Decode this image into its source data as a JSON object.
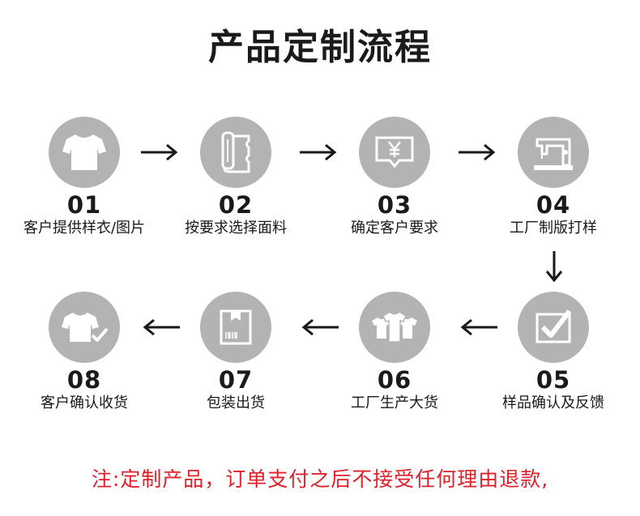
{
  "title": "产品定制流程",
  "steps": [
    {
      "num": "01",
      "label": "客户提供样衣/图片",
      "icon": "tshirt-icon"
    },
    {
      "num": "02",
      "label": "按要求选择面料",
      "icon": "fabric-roll-icon"
    },
    {
      "num": "03",
      "label": "确定客户要求",
      "icon": "yen-message-icon"
    },
    {
      "num": "04",
      "label": "工厂制版打样",
      "icon": "sewing-machine-icon"
    },
    {
      "num": "05",
      "label": "样品确认及反馈",
      "icon": "checkbox-icon"
    },
    {
      "num": "06",
      "label": "工厂生产大货",
      "icon": "shirts-stack-icon"
    },
    {
      "num": "07",
      "label": "包装出货",
      "icon": "package-box-icon"
    },
    {
      "num": "08",
      "label": "客户确认收货",
      "icon": "tshirt-check-icon"
    }
  ],
  "note": "注:定制产品，订单支付之后不接受任何理由退款,",
  "colors": {
    "circle": "#b3b3b3",
    "icon": "#ffffff",
    "text": "#1a1a1a",
    "note": "#e0202a"
  }
}
